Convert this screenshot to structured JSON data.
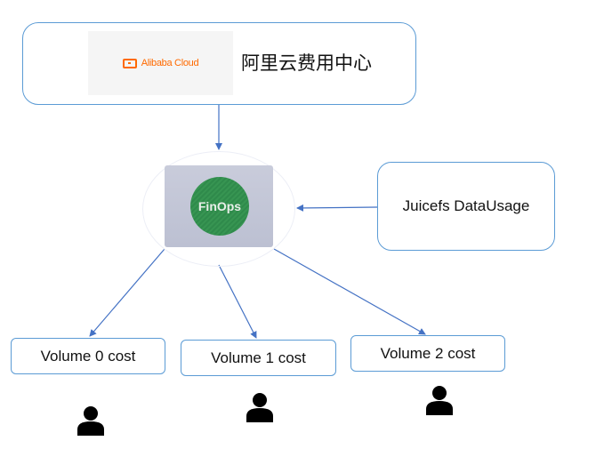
{
  "nodes": {
    "source": {
      "logo_text": "Alibaba Cloud",
      "title": "阿里云费用中心"
    },
    "finops": {
      "label": "FinOps"
    },
    "datausage": {
      "label": "Juicefs DataUsage"
    },
    "volumes": [
      {
        "label": "Volume 0 cost"
      },
      {
        "label": "Volume 1 cost"
      },
      {
        "label": "Volume 2 cost"
      }
    ]
  },
  "edges": [
    {
      "from": "source",
      "to": "finops"
    },
    {
      "from": "datausage",
      "to": "finops"
    },
    {
      "from": "finops",
      "to": "volume-0"
    },
    {
      "from": "finops",
      "to": "volume-1"
    },
    {
      "from": "finops",
      "to": "volume-2"
    }
  ],
  "icons": [
    "alibaba-cloud-logo-icon",
    "user-icon",
    "user-icon",
    "user-icon"
  ],
  "colors": {
    "border": "#5b9bd5",
    "arrow": "#4472c4",
    "brand_orange": "#ff6a00",
    "finops_green": "#2f8a4b"
  }
}
